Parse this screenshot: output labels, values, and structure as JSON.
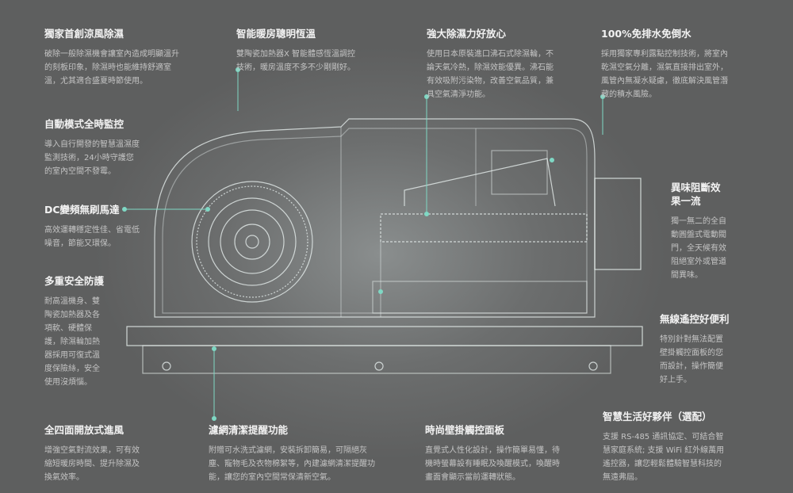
{
  "features": [
    {
      "title": "獨家首創涼風除濕",
      "desc": "破除一般除濕機會讓室內造成明顯溫升的刻板印象，除濕時也能維持舒適室溫，尤其適合盛夏時節使用。"
    },
    {
      "title": "智能暖房聰明恆溫",
      "desc": "雙陶瓷加熱器X 智能體感恆溫調控技術，暖房溫度不多不少剛剛好。"
    },
    {
      "title": "強大除濕力好放心",
      "desc": "使用日本原裝進口沸石式除濕輪，不論天氣冷熱，除濕效能優異。沸石能有效吸附污染物，改善空氣品質，兼具空氣清淨功能。"
    },
    {
      "title": "100%免排水免倒水",
      "desc": "採用獨家專利露點控制技術，將室內乾濕空氣分離，濕氣直接排出室外，風管內無凝水疑慮，徹底解決風管潛藏的積水風險。"
    },
    {
      "title": "自動模式全時監控",
      "desc": "導入自行開發的智慧溫濕度監測技術，24小時守護您的室內空間不發霉。"
    },
    {
      "title": "DC變頻無刷馬達",
      "desc": "高效運轉穩定性佳、省電低噪音，節能又環保。"
    },
    {
      "title": "多重安全防護",
      "desc": "耐高溫機身、雙陶瓷加熱器及各項軟、硬體保護，除濕輪加熱器採用可復式溫度保險絲，安全使用沒煩惱。"
    },
    {
      "title": "異味阻斷效果一流",
      "desc": "獨一無二的全自動圓盤式電動閥門，全天候有效阻絕室外或管道間異味。"
    },
    {
      "title": "無線遙控好便利",
      "desc": "特別針對無法配置壁掛觸控面板的您而設計，操作簡便好上手。"
    },
    {
      "title": "全四面開放式進風",
      "desc": "增強空氣對流效果，可有效縮短暖房時間、提升除濕及換氣效率。"
    },
    {
      "title": "濾網清潔提醒功能",
      "desc": "附贈可水洗式濾網，安裝拆卸簡易，可隔絕灰塵、寵物毛及衣物棉絮等，內建濾網清潔提醒功能，讓您的室內空間常保清新空氣。"
    },
    {
      "title": "時尚壁掛觸控面板",
      "desc": "直覺式人性化設計，操作簡單易懂，待機時螢幕設有睡眠及喚醒模式，喚醒時畫面會顯示當前運轉狀態。"
    },
    {
      "title": "智慧生活好夥伴（選配）",
      "desc": "支援 RS-485 通訊協定、可結合智慧家庭系統; 支援 WiFi 紅外線萬用遙控器，讓您輕鬆體驗智慧科技的無遠弗屆。"
    }
  ],
  "colors": {
    "accent": "#7fd8c4",
    "background": "#5f6060",
    "line": "#e8f4f2"
  }
}
